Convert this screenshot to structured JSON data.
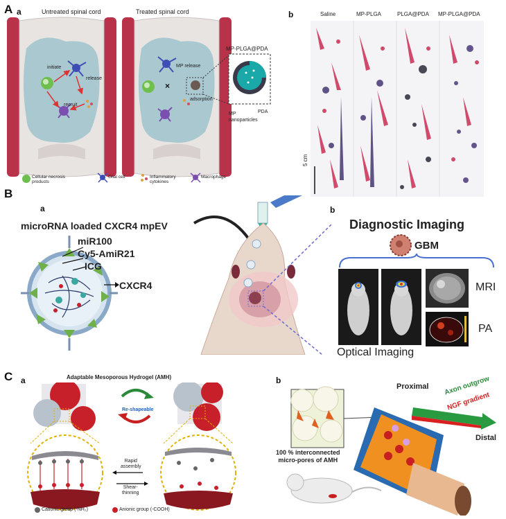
{
  "panelA": {
    "letter": "A",
    "a": {
      "letter": "a",
      "untreated_title": "Untreated spinal cord",
      "treated_title": "Treated spinal cord",
      "labels": {
        "initiate": "initiate",
        "release": "release",
        "recruit": "recruit",
        "mp_release": "MP release",
        "adsorption": "adsorption",
        "inset_title": "MP-PLGA@PDA",
        "pda": "PDA",
        "mp_nanoparticles": "MP\nnanoparticles"
      },
      "legend": [
        {
          "label": "Cellular necrosis products",
          "icon": "necrosis-icon",
          "color": "#6fbf4f"
        },
        {
          "label": "Glial cell",
          "icon": "glial-cell-icon",
          "color": "#3d4fb5"
        },
        {
          "label": "Inflammatory cytokines",
          "icon": "cytokine-icon",
          "color": "#e0a040"
        },
        {
          "label": "Macrophage",
          "icon": "macrophage-icon",
          "color": "#7a4fb0"
        }
      ]
    },
    "b": {
      "letter": "b",
      "columns": [
        "Saline",
        "MP-PLGA",
        "PLGA@PDA",
        "MP-PLGA@PDA"
      ],
      "scale_bar": "5 cm"
    }
  },
  "panelB": {
    "letter": "B",
    "a": {
      "letter": "a",
      "title": "microRNA loaded CXCR4 mpEV",
      "labels": [
        "miR100",
        "Cy5-AmiR21",
        "ICG",
        "CXCR4"
      ]
    },
    "b": {
      "letter": "b",
      "title": "Diagnostic Imaging",
      "gbm": "GBM",
      "mri": "MRI",
      "pa": "PA",
      "optical": "Optical Imaging"
    }
  },
  "panelC": {
    "letter": "C",
    "a": {
      "letter": "a",
      "title": "Adaptable Mesoporous Hydrogel (AMH)",
      "reshapeable": "Re-shapeable",
      "rapid_assembly": "Rapid\nassembly",
      "shear_thinning": "Shear-\nthinning",
      "cationic": "Cationic group (-NH₂)",
      "anionic": "Anionic group (-COOH)"
    },
    "b": {
      "letter": "b",
      "proximal": "Proximal",
      "distal": "Distal",
      "axon": "Axon outgrow",
      "ngf": "NGF gradient",
      "pores": "100 % interconnected\nmicro-pores of AMH"
    }
  },
  "colors": {
    "spinal_red": "#b8324a",
    "tissue_blue": "#9fc3cc",
    "imaging_blue": "#4a6fd0",
    "gel_red": "#c8202a"
  }
}
